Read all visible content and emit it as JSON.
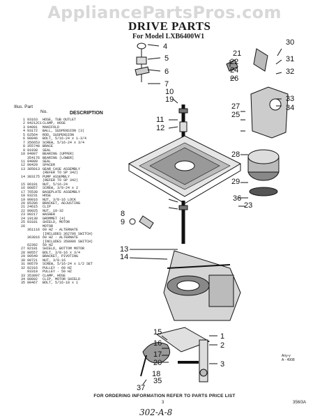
{
  "watermark": "AppliancePartsPros.com",
  "title": "DRIVE PARTS",
  "model_line": "For Model LXB6400W1",
  "table_header": {
    "col1": "Illus. Part\nNo.  No.",
    "description": "DESCRIPTION"
  },
  "parts": [
    {
      "illus": "1",
      "part": "93163",
      "desc": "HOSE, TUB OUTLET"
    },
    {
      "illus": "2",
      "part": "94212C1",
      "desc": "CLAMP, HOSE"
    },
    {
      "illus": "3",
      "part": "94091",
      "desc": "MANIFOLD"
    },
    {
      "illus": "4",
      "part": "93172",
      "desc": "BALL, SUSPENSION (3)"
    },
    {
      "illus": "5",
      "part": "62564",
      "desc": "ROD, SUSPENSION"
    },
    {
      "illus": "6",
      "part": "90046",
      "desc": "BOLT, 5/16-24 x 1-3/4"
    },
    {
      "illus": "7",
      "part": "356653",
      "desc": "SCREW, 5/16-24 x 3/4"
    },
    {
      "illus": "8",
      "part": "355748",
      "desc": "BRACE"
    },
    {
      "illus": "9",
      "part": "91938",
      "desc": "SEAL"
    },
    {
      "illus": "10",
      "part": "94007",
      "desc": "BEARING (UPPER)"
    },
    {
      "illus": "",
      "part": "354176",
      "desc": "BEARING (LOWER)"
    },
    {
      "illus": "11",
      "part": "94009",
      "desc": "SEAL"
    },
    {
      "illus": "12",
      "part": "90429",
      "desc": "SPACER"
    },
    {
      "illus": "13",
      "part": "385013",
      "desc": "GEAR CASE ASSEMBLY"
    },
    {
      "illus": "",
      "part": "",
      "desc": "(REFER TO SP 342)"
    },
    {
      "illus": "14",
      "part": "383175",
      "desc": "PUMP ASSEMBLY"
    },
    {
      "illus": "",
      "part": "",
      "desc": "(REFER TO SP 342)"
    },
    {
      "illus": "15",
      "part": "96101",
      "desc": "NUT, 5/16-24"
    },
    {
      "illus": "16",
      "part": "90857",
      "desc": "SCREW, 3/8-24 x 2"
    },
    {
      "illus": "17",
      "part": "76538",
      "desc": "BASEPLATE ASSEMBLY"
    },
    {
      "illus": "18",
      "part": "93231",
      "desc": "HOSE"
    },
    {
      "illus": "19",
      "part": "90016",
      "desc": "NUT, 3/8-16 LOCK"
    },
    {
      "illus": "20",
      "part": "85286",
      "desc": "BRACKET, ADJUSTING"
    },
    {
      "illus": "21",
      "part": "24615",
      "desc": "CLIP"
    },
    {
      "illus": "22",
      "part": "90025",
      "desc": "NUT, 10-32"
    },
    {
      "illus": "23",
      "part": "90217",
      "desc": "WASHER"
    },
    {
      "illus": "24",
      "part": "19138",
      "desc": "GROMMET (4)"
    },
    {
      "illus": "25",
      "part": "93181",
      "desc": "SHIELD, MOTOR"
    },
    {
      "illus": "26",
      "part": "",
      "desc": "MOTOR"
    },
    {
      "illus": "",
      "part": "361116",
      "desc": "60 HZ - ALTERNATE"
    },
    {
      "illus": "",
      "part": "",
      "desc": "(INCLUDES 362706 SWITCH)"
    },
    {
      "illus": "",
      "part": "363816",
      "desc": "60 HZ - ALTERNATE"
    },
    {
      "illus": "",
      "part": "",
      "desc": "(INCLUDES 358086 SWITCH)"
    },
    {
      "illus": "",
      "part": "62392",
      "desc": "50 HZ"
    },
    {
      "illus": "27",
      "part": "92181",
      "desc": "SHIELD, BOTTOM MOTOR"
    },
    {
      "illus": "28",
      "part": "90557",
      "desc": "BOLT, 3/8-16 x 3/4"
    },
    {
      "illus": "29",
      "part": "90549",
      "desc": "BRACKET, PIVOTING"
    },
    {
      "illus": "30",
      "part": "90721",
      "desc": "NUT, 3/8-16"
    },
    {
      "illus": "31",
      "part": "90579",
      "desc": "SCREW, 5/16-24 x 1/2 SET"
    },
    {
      "illus": "32",
      "part": "92316",
      "desc": "PULLEY - 60 HZ"
    },
    {
      "illus": "",
      "part": "93319",
      "desc": "PULLEY - 50 HZ"
    },
    {
      "illus": "33",
      "part": "353097",
      "desc": "CLAMP, HOSE"
    },
    {
      "illus": "34",
      "part": "98892",
      "desc": "CLIP, MOTOR SHIELD"
    },
    {
      "illus": "35",
      "part": "90467",
      "desc": "BOLT, 5/16-18 x 1"
    }
  ],
  "callouts": [
    "4",
    "5",
    "6",
    "7",
    "8",
    "9",
    "10",
    "11",
    "12",
    "13",
    "14",
    "15",
    "16",
    "17",
    "18",
    "19",
    "20",
    "21",
    "22",
    "23",
    "24",
    "25",
    "26",
    "27",
    "28",
    "29",
    "30",
    "31",
    "32",
    "33",
    "34",
    "35",
    "36",
    "37",
    "1",
    "2",
    "3"
  ],
  "figure_code": "Any-y\nA - 4908",
  "footer": "FOR ORDERING INFORMATION REFER TO PARTS PRICE LIST",
  "page_number": "3",
  "page_code": "356I3A",
  "handwritten": "302-A-8"
}
